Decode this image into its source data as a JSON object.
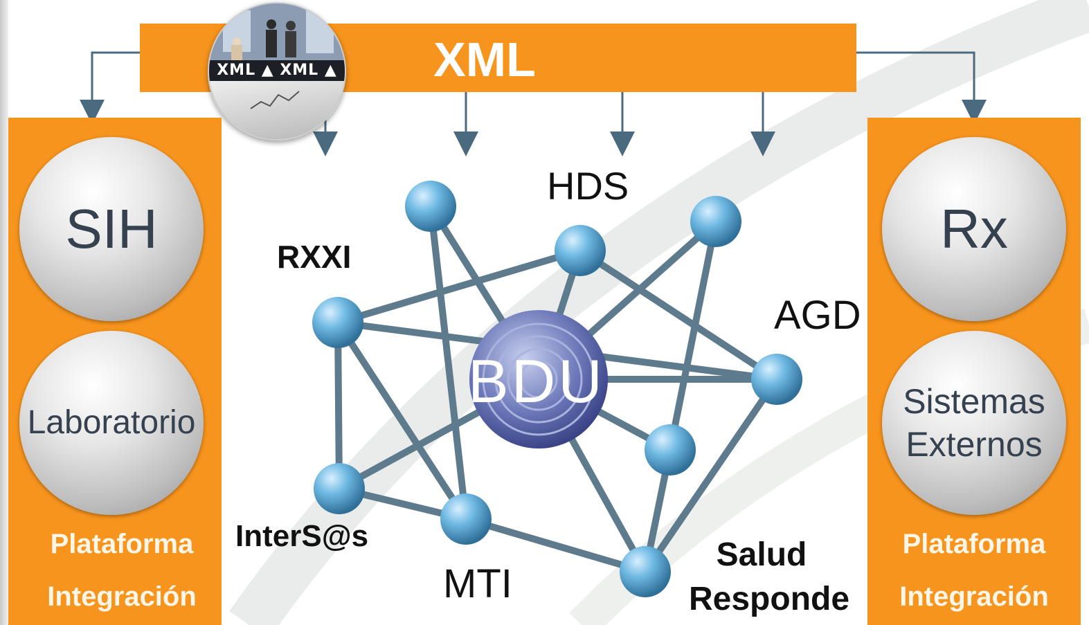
{
  "header": {
    "title": "XML",
    "photo_band_text": "XML ▲ XML ▲"
  },
  "left_panel": {
    "top_circle": "SIH",
    "bottom_circle": "Laboratorio",
    "platform_line1": "Plataforma",
    "platform_line2": "Integración"
  },
  "right_panel": {
    "top_circle": "Rx",
    "bottom_circle_line1": "Sistemas",
    "bottom_circle_line2": "Externos",
    "platform_line1": "Plataforma",
    "platform_line2": "Integración"
  },
  "network": {
    "center_label": "BDU",
    "labels": {
      "hds": "HDS",
      "rxxi": "RXXI",
      "agd": "AGD",
      "inters": "InterS@s",
      "mti": "MTI",
      "salud_line1": "Salud",
      "salud_line2": "Responde"
    }
  },
  "colors": {
    "orange": "#f7941d",
    "node_blue": "#5aa9d6",
    "edge_blue": "#5e7b8e",
    "arrow_blue": "#4a6a80",
    "text_dark": "#35414f"
  }
}
